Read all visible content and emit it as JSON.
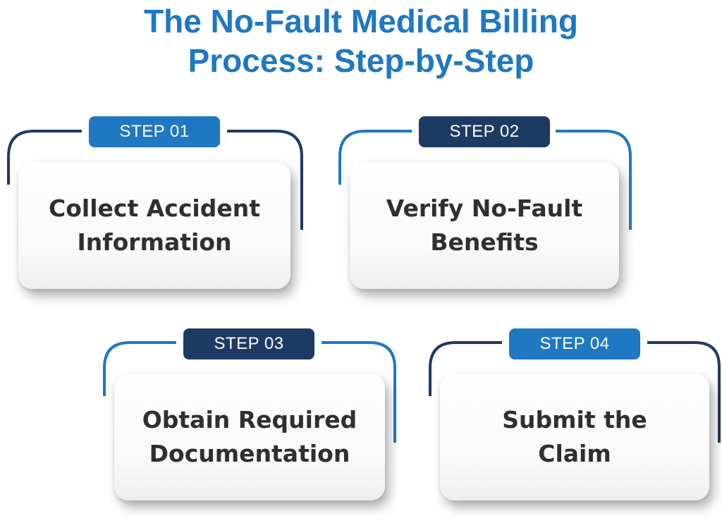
{
  "title": {
    "line1": "The No-Fault Medical Billing",
    "line2": "Process: Step-by-Step"
  },
  "colors": {
    "title": "#1f78c1",
    "badge_light": "#1f78c1",
    "badge_dark": "#1d3a63",
    "card_text": "#2f2f2f"
  },
  "steps": [
    {
      "badge": "STEP 01",
      "text": "Collect Accident\nInformation",
      "badge_color": "#1f78c1",
      "frame_color": "#1d3a63"
    },
    {
      "badge": "STEP 02",
      "text": "Verify No-Fault\nBenefits",
      "badge_color": "#1d3a63",
      "frame_color": "#1f78c1"
    },
    {
      "badge": "STEP 03",
      "text": "Obtain Required\nDocumentation",
      "badge_color": "#1d3a63",
      "frame_color": "#1f78c1"
    },
    {
      "badge": "STEP 04",
      "text": "Submit the\nClaim",
      "badge_color": "#1f78c1",
      "frame_color": "#1d3a63"
    }
  ]
}
